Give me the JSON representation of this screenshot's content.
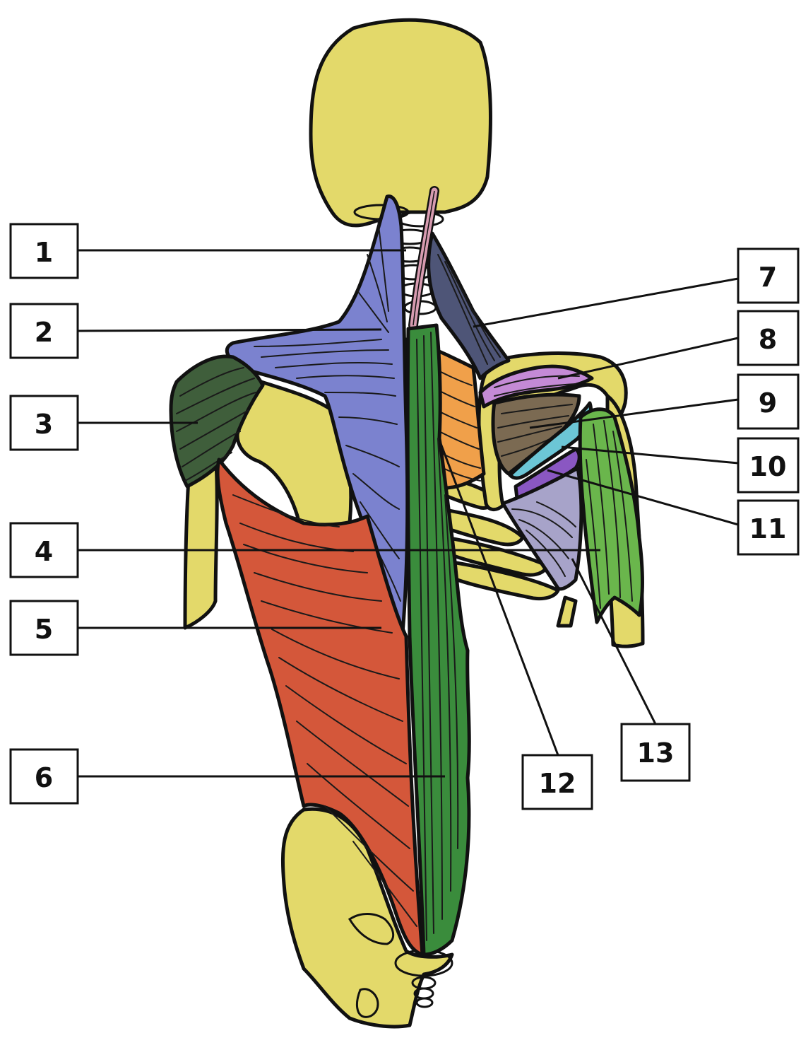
{
  "labels": [
    {
      "id": "1",
      "text": "1"
    },
    {
      "id": "2",
      "text": "2"
    },
    {
      "id": "3",
      "text": "3"
    },
    {
      "id": "4",
      "text": "4"
    },
    {
      "id": "5",
      "text": "5"
    },
    {
      "id": "6",
      "text": "6"
    },
    {
      "id": "7",
      "text": "7"
    },
    {
      "id": "8",
      "text": "8"
    },
    {
      "id": "9",
      "text": "9"
    },
    {
      "id": "10",
      "text": "10"
    },
    {
      "id": "11",
      "text": "11"
    },
    {
      "id": "12",
      "text": "12"
    },
    {
      "id": "13",
      "text": "13"
    }
  ],
  "colors": {
    "bone": "#e3d96a",
    "trapezius": "#7b82cf",
    "deltoid": "#3f5e3b",
    "latissimus": "#d4573a",
    "erector": "#3a8c3c",
    "rhomboid": "#f0a04a",
    "levator": "#4e5577",
    "supraspinatus": "#c48ad6",
    "infraspinatus": "#7b6a52",
    "teres_minor": "#6cc6d6",
    "teres_minor_2": "#8a57c2",
    "teres_major": "#a7a3c9",
    "triceps": "#6ab64c",
    "spinal_cord": "#d79bb0"
  }
}
